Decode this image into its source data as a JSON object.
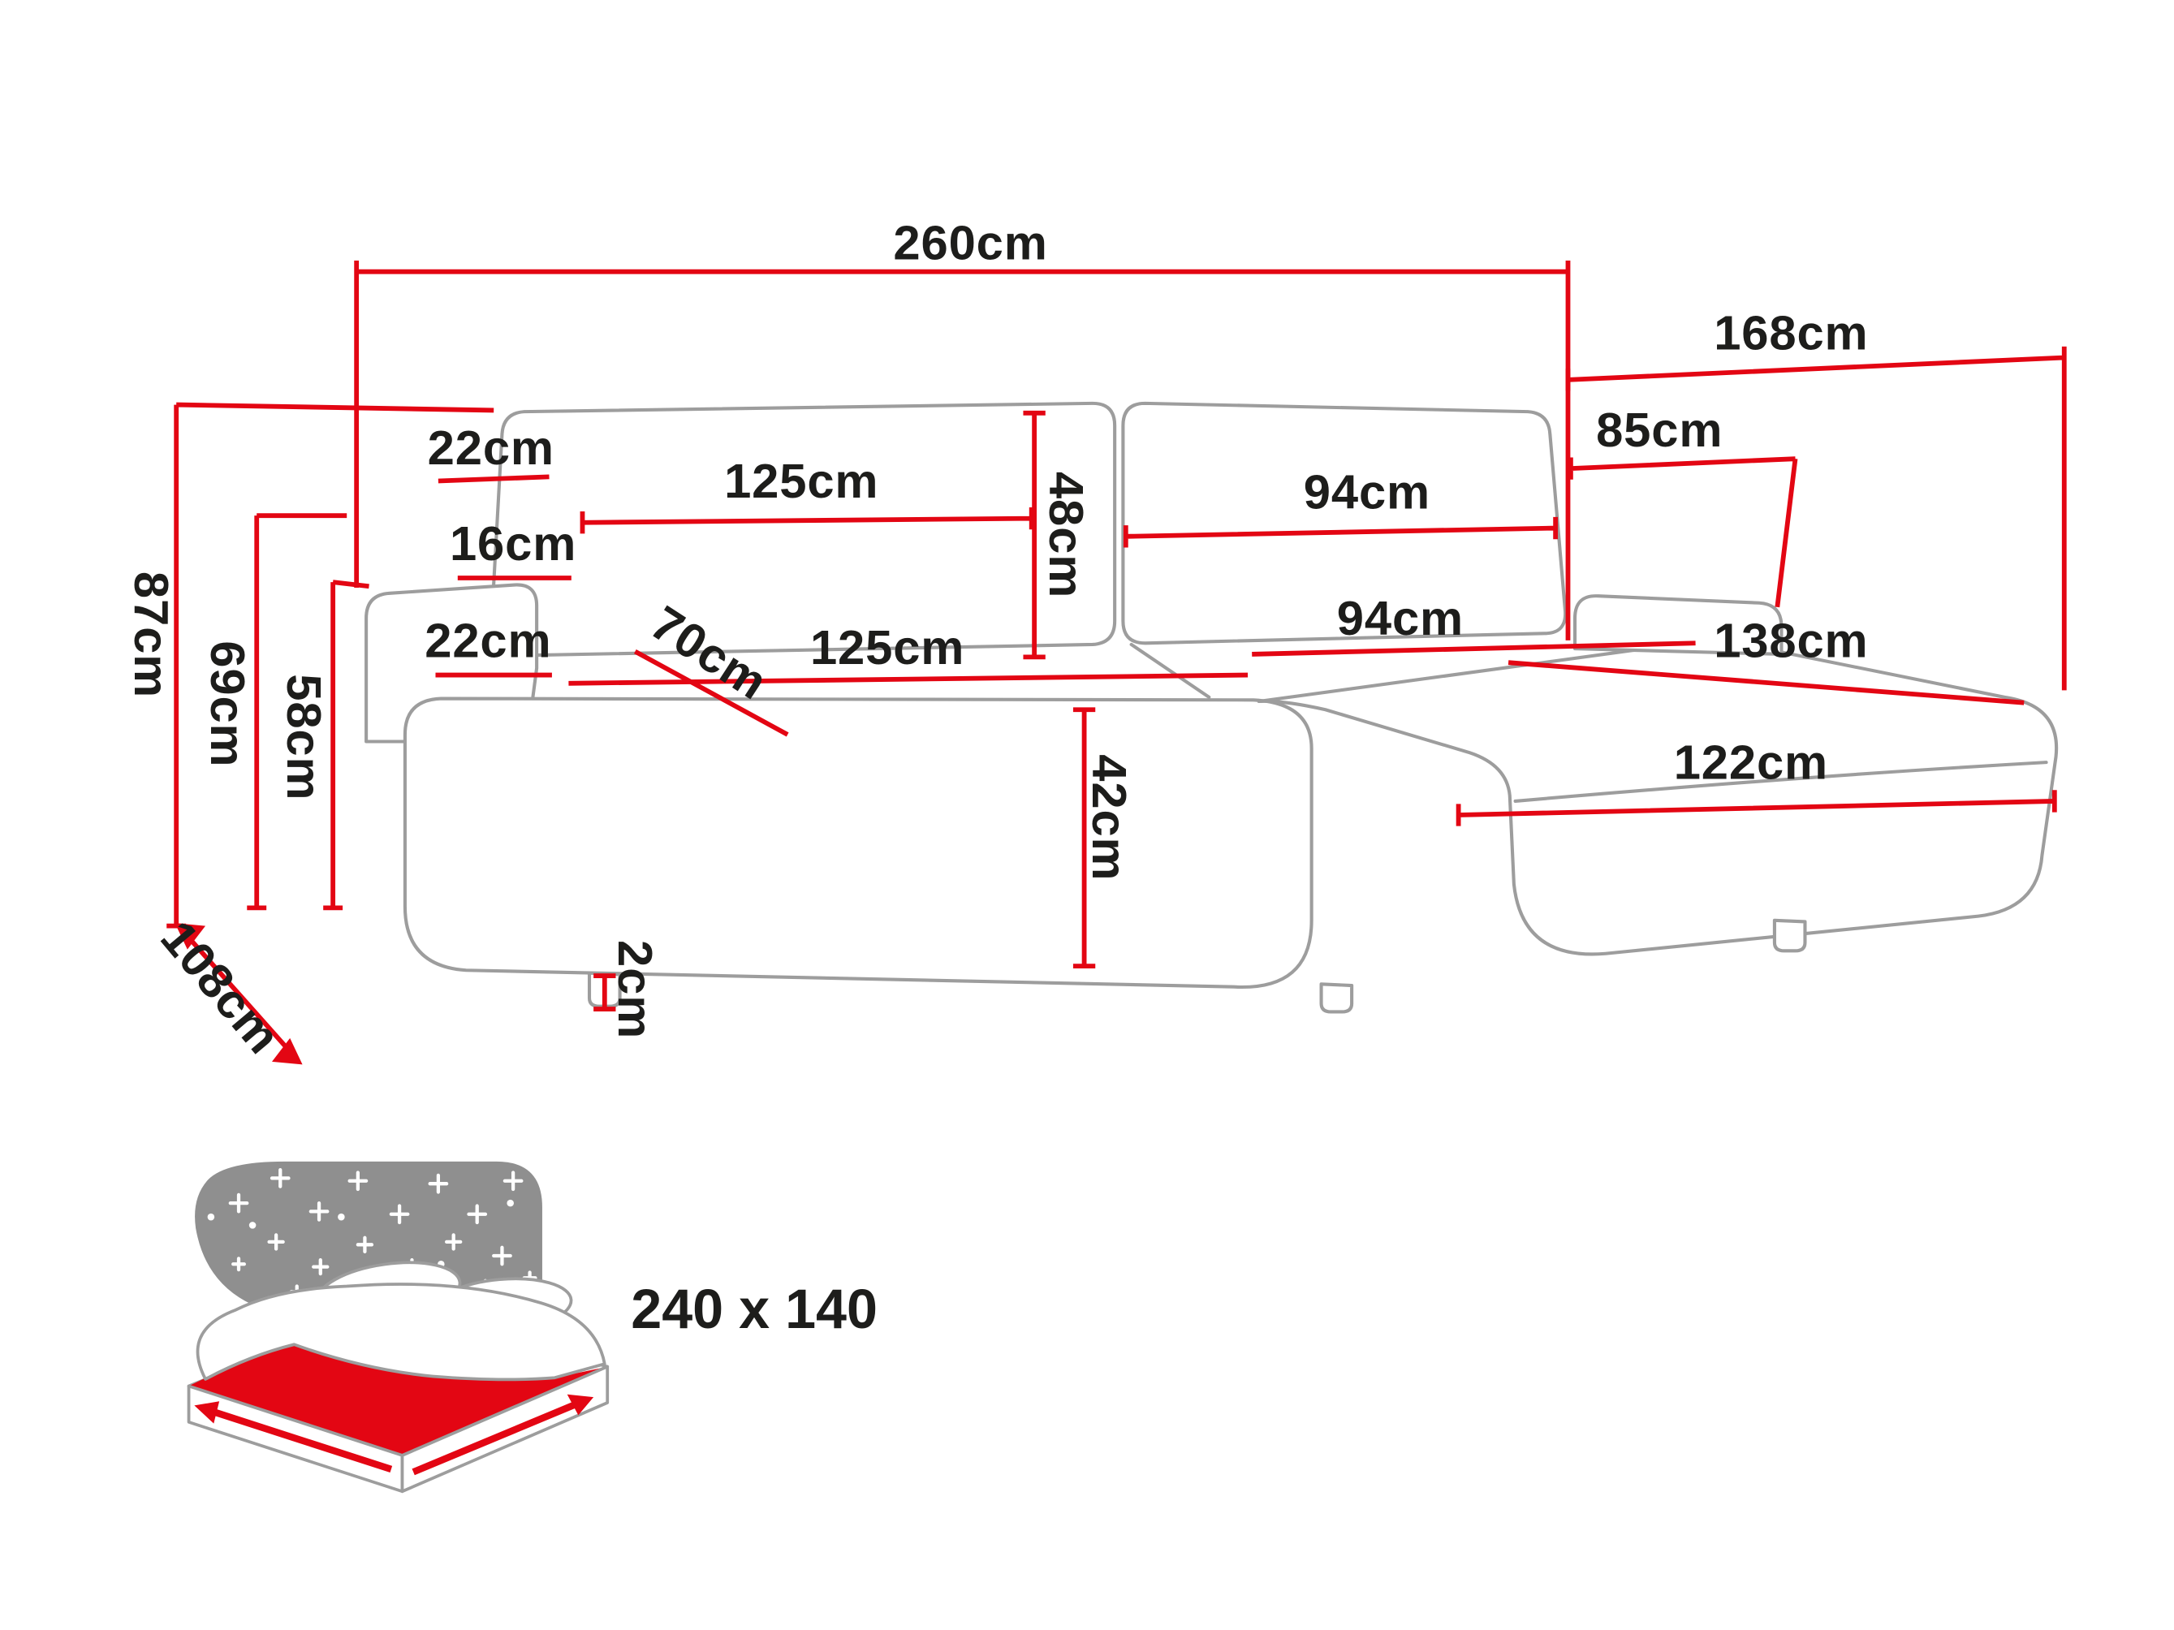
{
  "diagram": {
    "kind": "furniture-dimensions",
    "subject": "corner sofa bed with chaise longue",
    "colors": {
      "accent_red": "#e30613",
      "outline_gray": "#9d9d9d",
      "headboard_gray": "#8f8f8f",
      "label_text": "#1d1d1b",
      "background": "#ffffff"
    },
    "dims": {
      "total_width": "260cm",
      "depth_chaise_side": "168cm",
      "backrest_height": "85cm",
      "back_cushion_thickness": "22cm",
      "back_cushion_width_left": "125cm",
      "back_cushion_height": "48cm",
      "back_cushion_width_right": "94cm",
      "armrest_width": "16cm",
      "total_height": "87cm",
      "armrest_height": "69cm",
      "seat_height": "58cm",
      "seat_cushion_thickness": "22cm",
      "seat_depth": "70cm",
      "seat_width_left": "125cm",
      "seat_width_right": "94cm",
      "chaise_length": "138cm",
      "front_height": "42cm",
      "chaise_width": "122cm",
      "base_depth": "108cm",
      "leg_height": "2cm"
    },
    "sleeping_area": {
      "icon": "bed-icon",
      "size_label": "240 x 140"
    }
  }
}
